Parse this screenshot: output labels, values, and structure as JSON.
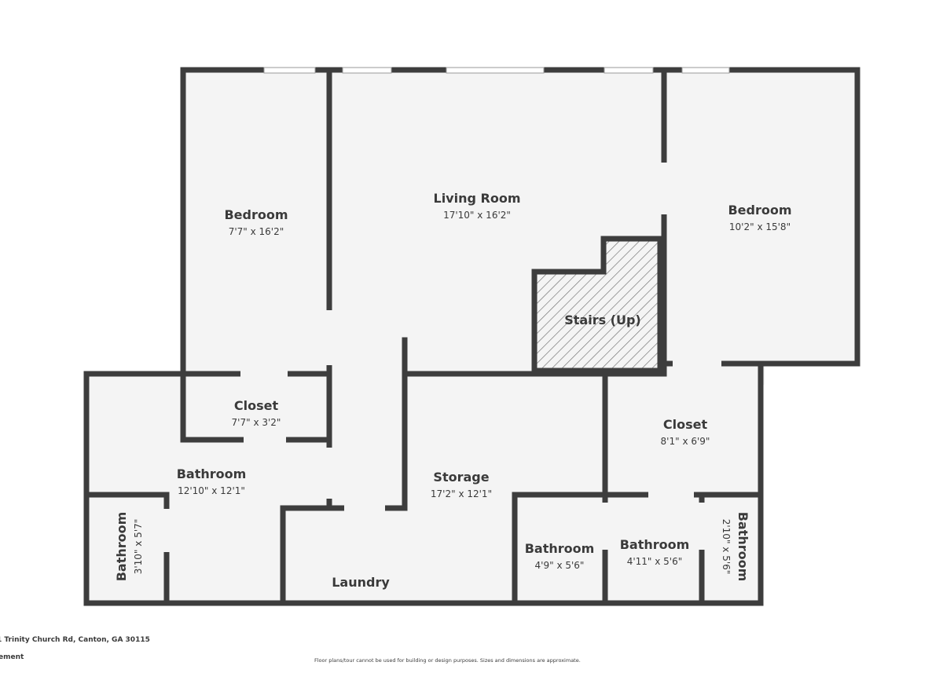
{
  "plan": {
    "rooms": [
      {
        "name": "Bedroom",
        "dims": "7'7\" x 16'2\""
      },
      {
        "name": "Living Room",
        "dims": "17'10\" x 16'2\""
      },
      {
        "name": "Bedroom",
        "dims": "10'2\" x 15'8\""
      },
      {
        "name": "Stairs (Up)",
        "dims": ""
      },
      {
        "name": "Closet",
        "dims": "7'7\" x 3'2\""
      },
      {
        "name": "Bathroom",
        "dims": "12'10\" x 12'1\""
      },
      {
        "name": "Storage",
        "dims": "17'2\" x 12'1\""
      },
      {
        "name": "Closet",
        "dims": "8'1\" x 6'9\""
      },
      {
        "name": "Bathroom",
        "dims": "3'10\" x 5'7\""
      },
      {
        "name": "Laundry",
        "dims": ""
      },
      {
        "name": "Bathroom",
        "dims": "4'9\" x 5'6\""
      },
      {
        "name": "Bathroom",
        "dims": "4'11\" x 5'6\""
      },
      {
        "name": "Bathroom",
        "dims": "2'10\" x 5'6\""
      }
    ]
  },
  "footer": {
    "address": "1 Trinity Church Rd, Canton, GA 30115",
    "level": "ement",
    "disclaimer": "Floor plans/tour cannot be used for building or design purposes. Sizes and dimensions are approximate."
  },
  "colors": {
    "wall": "#3d3d3d",
    "floor": "#f4f4f4",
    "opening": "#ffffff",
    "window": "#d9d9d9",
    "text": "#3a3a3a",
    "stairs_hatch": "#6e6e6e"
  }
}
